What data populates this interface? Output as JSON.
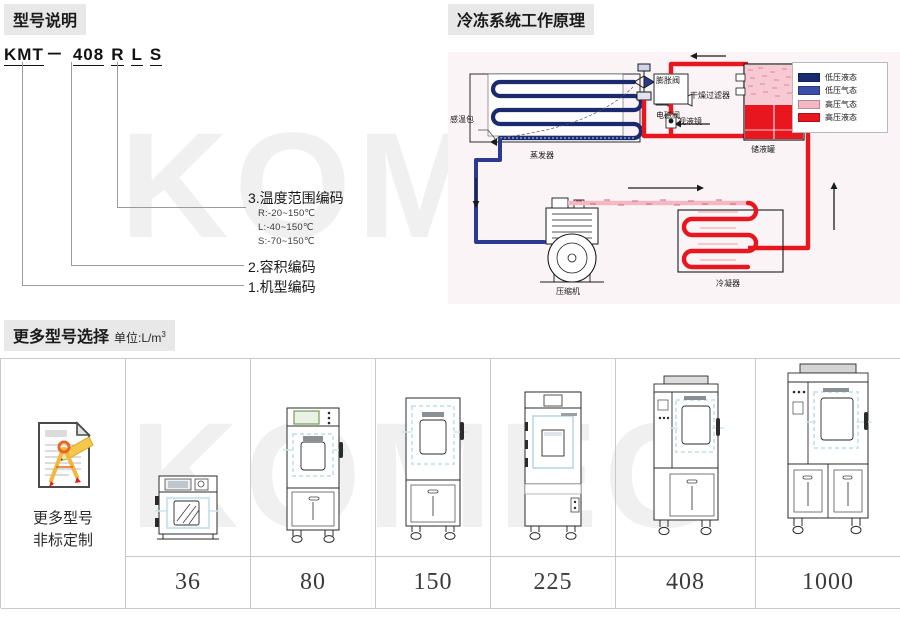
{
  "watermark": {
    "text": "KOMEG"
  },
  "sections": {
    "model_code": {
      "title": "型号说明"
    },
    "refrigeration": {
      "title": "冷冻系统工作原理"
    },
    "more_models": {
      "title": "更多型号选择",
      "unit_label": "单位:L/m",
      "unit_sup": "3"
    }
  },
  "model_code": {
    "code_parts": {
      "prefix": "KMT",
      "dash": "－",
      "volume": "408",
      "r": "R",
      "l": "L",
      "s": "S"
    },
    "callouts": [
      {
        "index": "1.",
        "label": "1.机型编码"
      },
      {
        "index": "2.",
        "label": "2.容积编码"
      },
      {
        "index": "3.",
        "label": "3.温度范围编码"
      }
    ],
    "temp_ranges": [
      "R:-20~150℃",
      "L:-40~150℃",
      "S:-70~150℃"
    ]
  },
  "refrigeration": {
    "labels": {
      "sensing_bulb": "感温包",
      "evaporator": "蒸发器",
      "expansion_valve": "膨胀阀",
      "solenoid_valve": "电磁阀",
      "dryer_filter": "干燥过滤器",
      "sight_glass": "视液镜",
      "receiver": "储液罐",
      "compressor": "压缩机",
      "condenser": "冷凝器"
    },
    "legend": [
      {
        "label": "低压液态",
        "color": "#1a2a6e"
      },
      {
        "label": "低压气态",
        "color": "#3b4fa8"
      },
      {
        "label": "高压气态",
        "color": "#f2b9c4"
      },
      {
        "label": "高压液态",
        "color": "#e8161f"
      }
    ],
    "colors": {
      "low_pressure_liquid": "#1a2a6e",
      "low_pressure_gas": "#3b4fa8",
      "high_pressure_gas": "#f2b9c4",
      "high_pressure_liquid": "#e8161f",
      "panel_bg": "#fbf4f6"
    }
  },
  "models_table": {
    "volumes": [
      "36",
      "80",
      "150",
      "225",
      "408",
      "1000"
    ],
    "custom_cell": {
      "line1": "更多型号",
      "line2": "非标定制"
    }
  }
}
